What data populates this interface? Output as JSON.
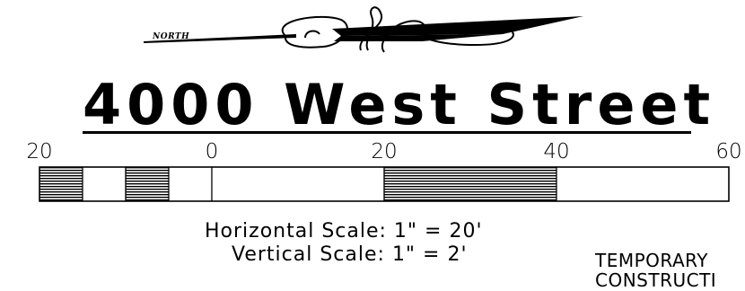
{
  "north_arrow": {
    "label": "NORTH",
    "icon": "north-arrow-icon"
  },
  "title": "4000 West Street",
  "scale_bar": {
    "tick_labels": [
      "20",
      "0",
      "20",
      "40",
      "60"
    ],
    "tick_values": [
      -20,
      0,
      20,
      40,
      60
    ],
    "segments": [
      {
        "from": -20,
        "to": -15,
        "fill": "hatched"
      },
      {
        "from": -15,
        "to": -10,
        "fill": "blank"
      },
      {
        "from": -10,
        "to": -5,
        "fill": "hatched"
      },
      {
        "from": -5,
        "to": 0,
        "fill": "blank"
      },
      {
        "from": 0,
        "to": 20,
        "fill": "blank"
      },
      {
        "from": 20,
        "to": 40,
        "fill": "hatched"
      },
      {
        "from": 40,
        "to": 60,
        "fill": "blank"
      }
    ],
    "left_hatch": {
      "from": 0,
      "to": -5
    },
    "range": [
      -20,
      60
    ]
  },
  "horizontal_scale": "Horizontal Scale: 1\" = 20'",
  "vertical_scale": "Vertical Scale: 1\" = 2'",
  "temporary_label": "TEMPORARY",
  "construction_label": "CONSTRUCTI"
}
